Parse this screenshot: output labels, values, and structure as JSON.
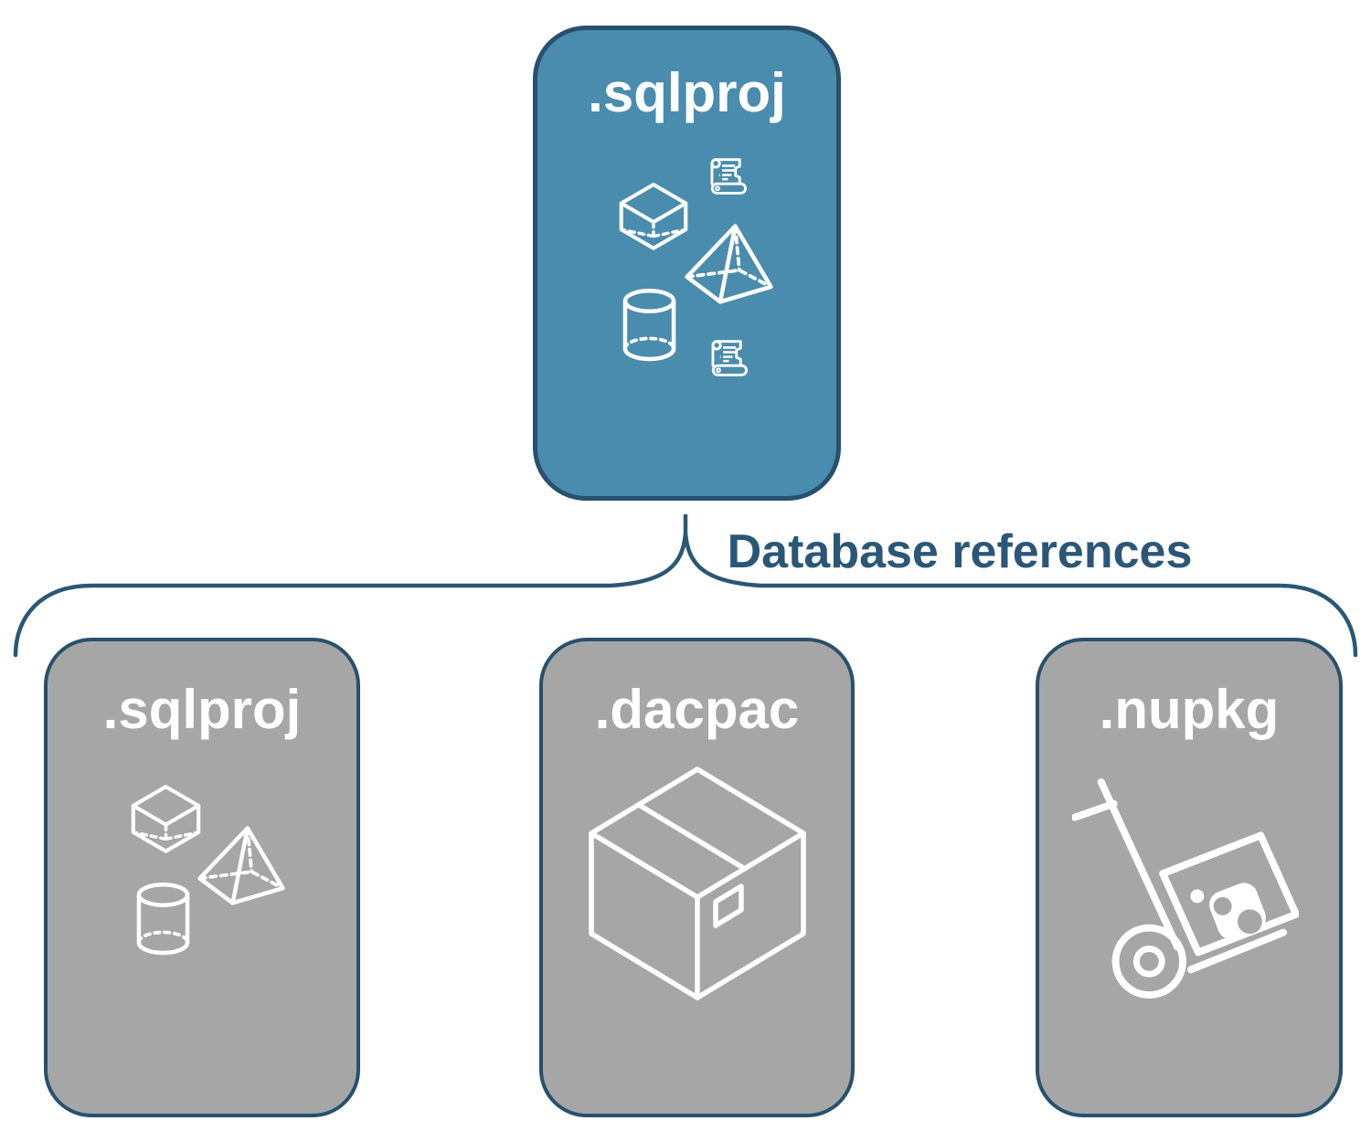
{
  "diagram": {
    "parent_card": {
      "label": ".sqlproj",
      "icons": [
        "script-scroll-icon",
        "cube-icon",
        "pyramid-icon",
        "cylinder-icon",
        "script-scroll-icon"
      ]
    },
    "connector": {
      "label": "Database references"
    },
    "child_cards": [
      {
        "label": ".sqlproj",
        "icons": [
          "cube-icon",
          "pyramid-icon",
          "cylinder-icon"
        ]
      },
      {
        "label": ".dacpac",
        "icons": [
          "package-box-icon"
        ]
      },
      {
        "label": ".nupkg",
        "icons": [
          "hand-truck-package-icon"
        ]
      }
    ],
    "colors": {
      "parent_fill": "#4A8CAD",
      "child_fill": "#A6A6A6",
      "outline_navy": "#2B5777",
      "card_border": "#27516D",
      "icon_white": "#FFFFFF",
      "background": "#FFFFFF"
    }
  }
}
